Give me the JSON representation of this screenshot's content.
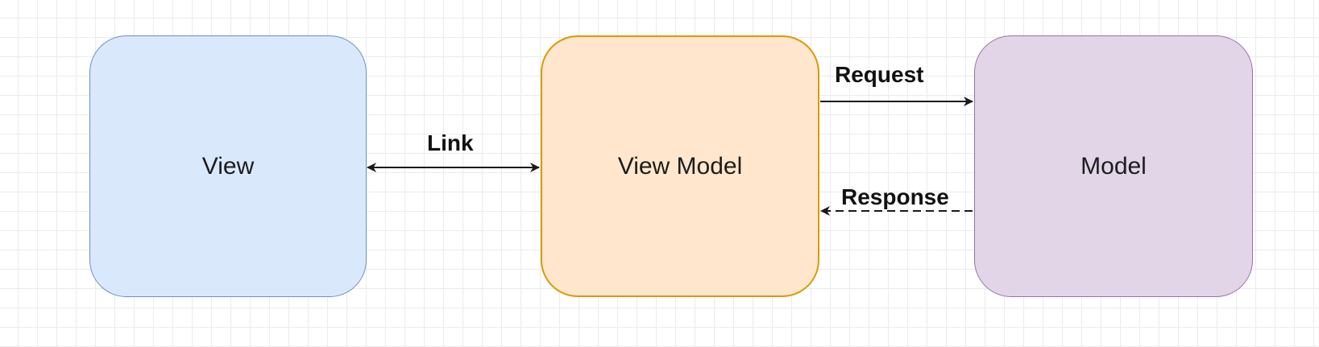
{
  "diagram": {
    "nodes": {
      "view": {
        "label": "View",
        "fill": "#dae8fc",
        "stroke": "#6c8ebf"
      },
      "view_model": {
        "label": "View Model",
        "fill": "#ffe6cc",
        "stroke": "#d79b00"
      },
      "model": {
        "label": "Model",
        "fill": "#e1d5e7",
        "stroke": "#9673a6"
      }
    },
    "edges": {
      "link": {
        "label": "Link",
        "from": "View",
        "to": "View Model",
        "style": "solid",
        "direction": "both"
      },
      "request": {
        "label": "Request",
        "from": "View Model",
        "to": "Model",
        "style": "solid",
        "direction": "forward"
      },
      "response": {
        "label": "Response",
        "from": "Model",
        "to": "View Model",
        "style": "dashed",
        "direction": "forward"
      }
    },
    "edge_color": "#1a1a1a",
    "grid_color": "#ebebeb"
  }
}
